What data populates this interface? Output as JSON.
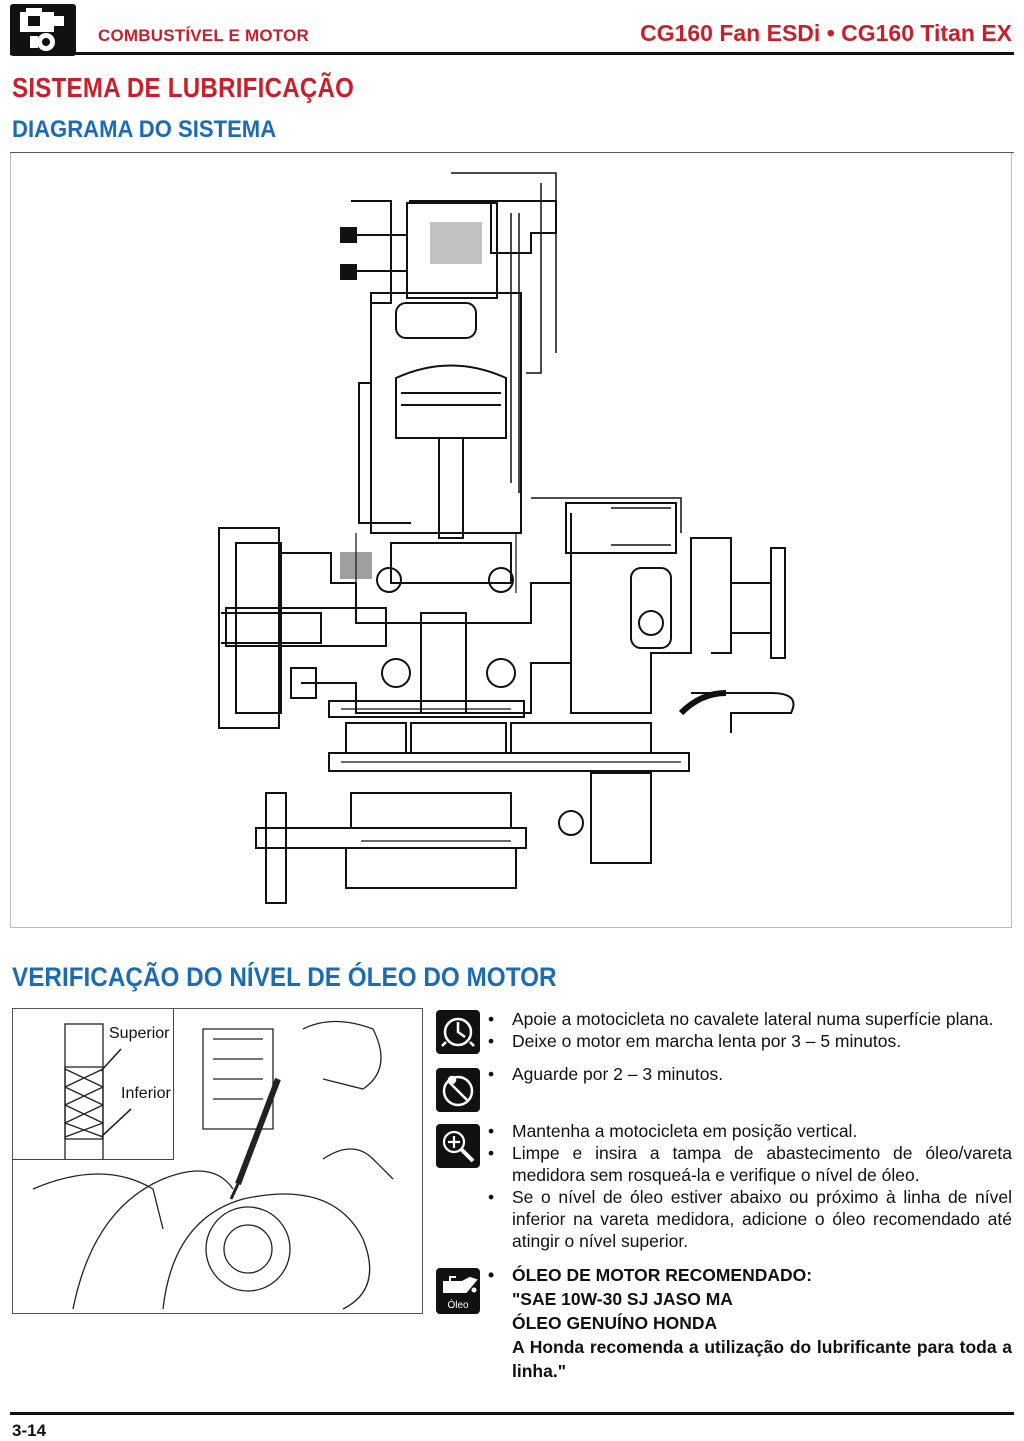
{
  "header": {
    "section": "COMBUSTÍVEL E MOTOR",
    "models": "CG160 Fan ESDi • CG160 Titan EX",
    "icon": "engine-icon"
  },
  "page_title": "SISTEMA DE LUBRIFICAÇÃO",
  "diagram": {
    "title": "DIAGRAMA DO SISTEMA"
  },
  "check": {
    "title": "VERIFICAÇÃO DO NÍVEL DE ÓLEO DO MOTOR",
    "dipstick_labels": {
      "upper": "Superior",
      "lower": "Inferior"
    },
    "steps": [
      {
        "icon": "engine-running-icon",
        "items": [
          "Apoie a motocicleta no cavalete lateral numa superfície plana.",
          "Deixe o motor em marcha lenta por 3 – 5 minutos."
        ]
      },
      {
        "icon": "engine-stop-icon",
        "items": [
          "Aguarde por 2 – 3 minutos."
        ]
      },
      {
        "icon": "inspection-icon",
        "items": [
          "Mantenha a motocicleta em posição vertical.",
          "Limpe e insira a tampa de abastecimento de óleo/vareta medidora sem rosqueá-la e verifique o nível de óleo.",
          "Se o nível de óleo estiver abaixo ou próximo à linha de nível inferior na vareta medidora, adicione o óleo recomendado até atingir o nível superior."
        ]
      }
    ],
    "oil": {
      "icon": "oil-can-icon",
      "icon_label": "Óleo",
      "heading": "ÓLEO DE MOTOR RECOMENDADO:",
      "line1": "\"SAE 10W-30 SJ JASO MA",
      "line2": "ÓLEO GENUÍNO HONDA",
      "line3": "A Honda recomenda a utilização do lubrificante para toda a linha.\""
    }
  },
  "footer": {
    "page": "3-14"
  }
}
